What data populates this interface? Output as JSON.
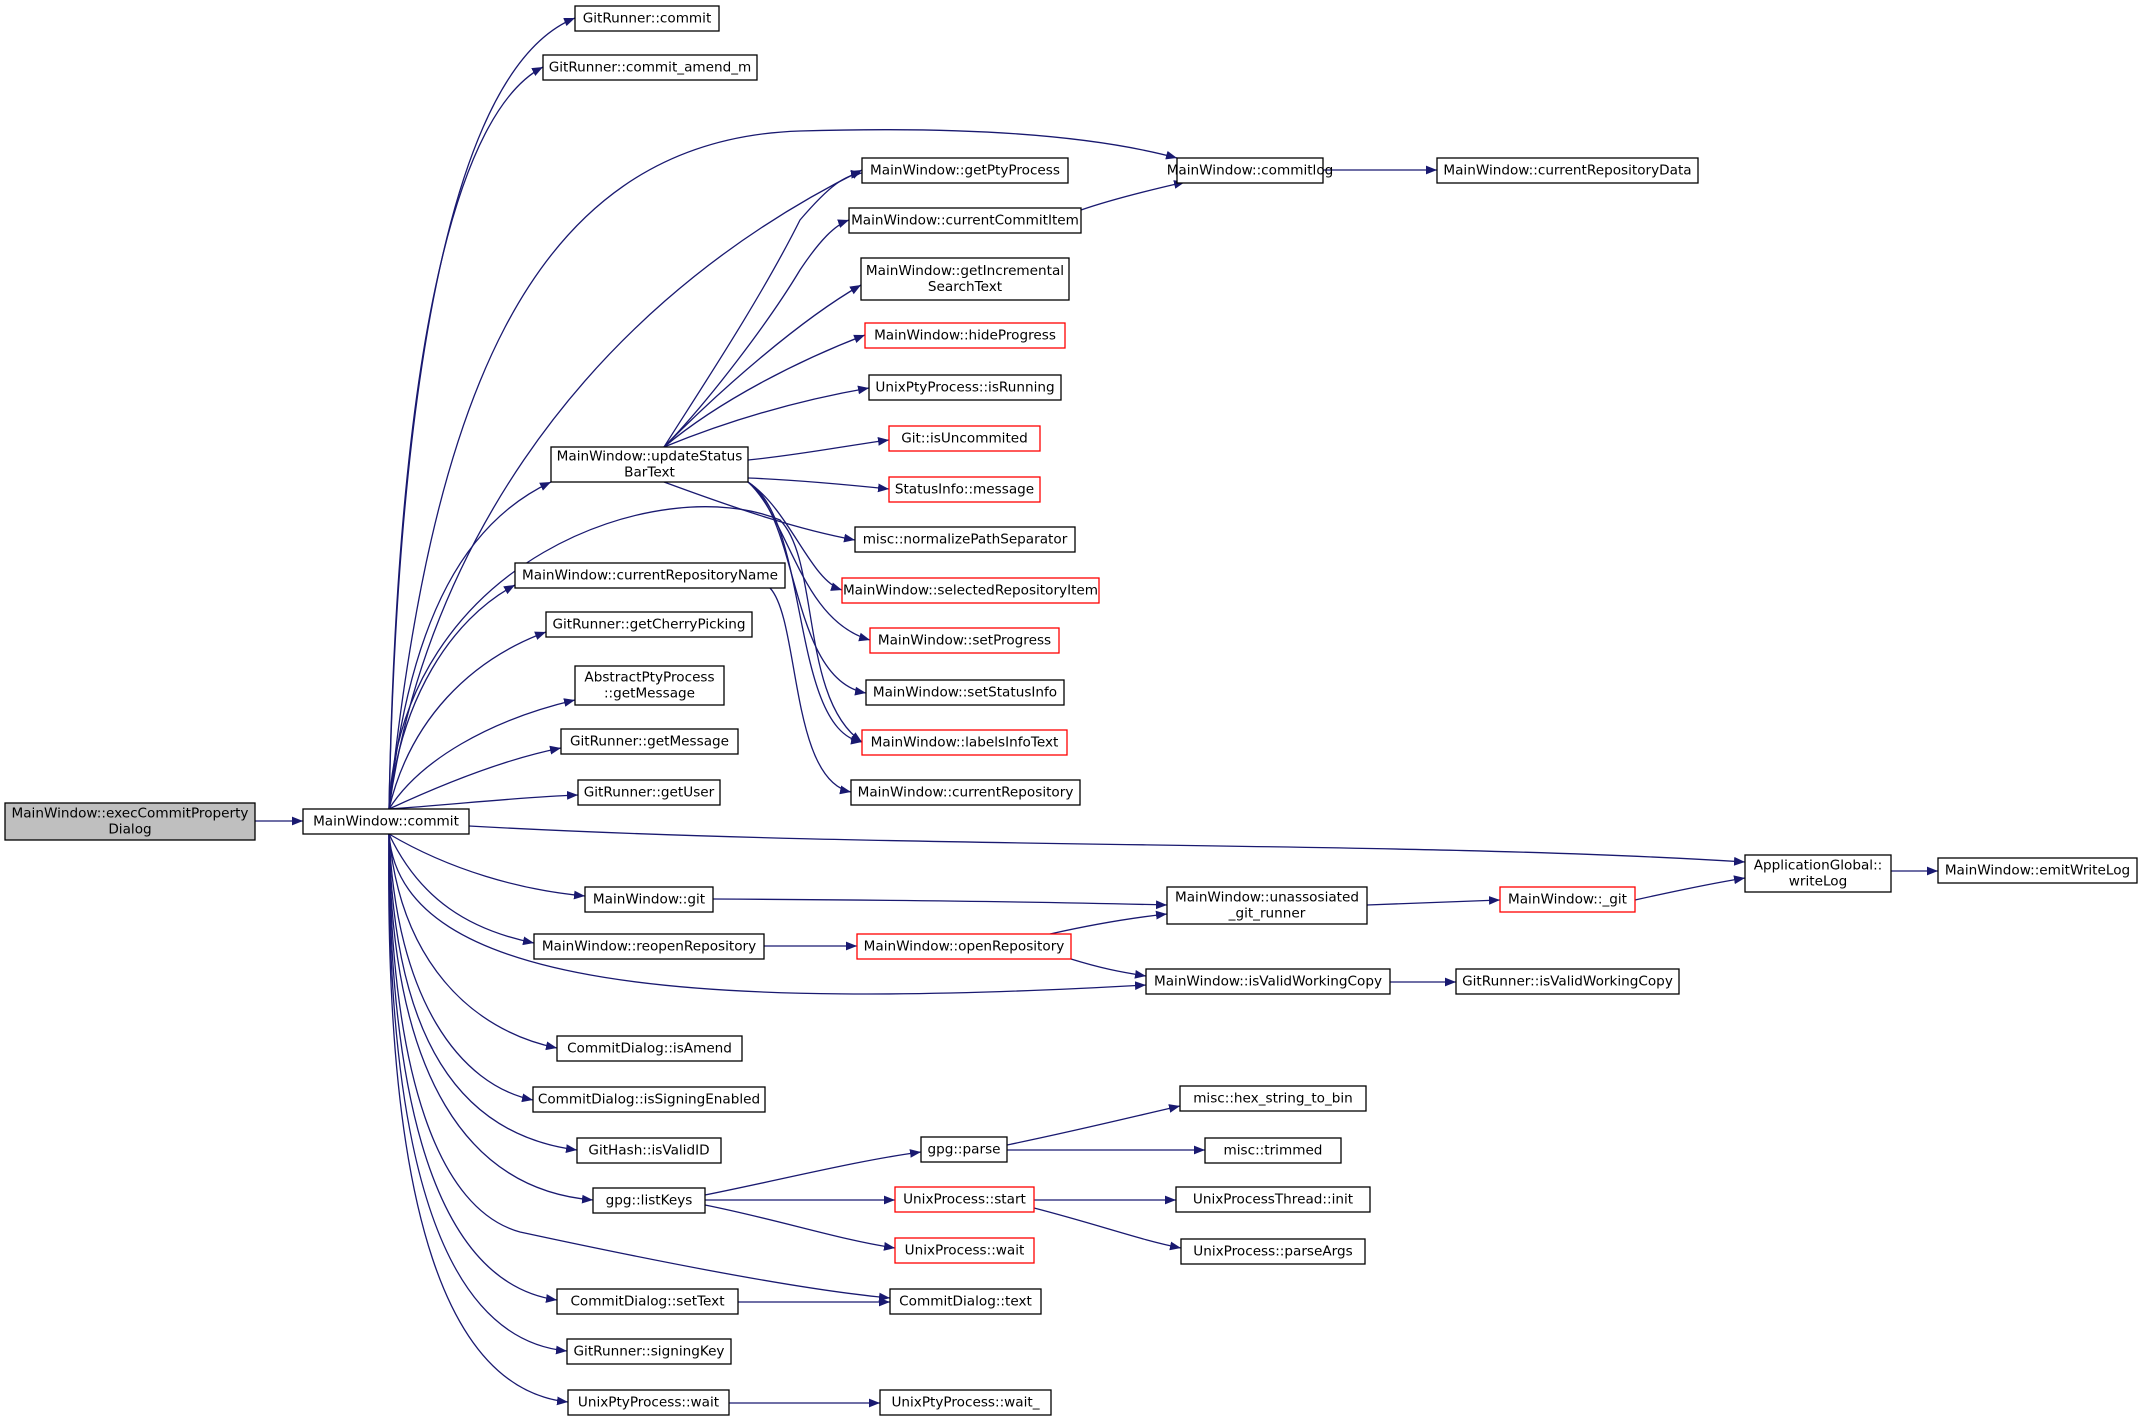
{
  "colors": {
    "edge": "#191970",
    "node_border": "#000000",
    "node_border_truncated": "#ff0000",
    "root_fill": "#bfbfbf",
    "node_fill": "#ffffff"
  },
  "nodes": [
    {
      "id": "execCommit",
      "lines": [
        "MainWindow::execCommitProperty",
        "Dialog"
      ],
      "style": "root"
    },
    {
      "id": "commit",
      "lines": [
        "MainWindow::commit"
      ],
      "style": "normal"
    },
    {
      "id": "grCommit",
      "lines": [
        "GitRunner::commit"
      ],
      "style": "normal"
    },
    {
      "id": "grCommitAmend",
      "lines": [
        "GitRunner::commit_amend_m"
      ],
      "style": "normal"
    },
    {
      "id": "commitlog",
      "lines": [
        "MainWindow::commitlog"
      ],
      "style": "normal"
    },
    {
      "id": "currentRepoData",
      "lines": [
        "MainWindow::currentRepositoryData"
      ],
      "style": "normal"
    },
    {
      "id": "getPty",
      "lines": [
        "MainWindow::getPtyProcess"
      ],
      "style": "normal"
    },
    {
      "id": "currentCommitItem",
      "lines": [
        "MainWindow::currentCommitItem"
      ],
      "style": "normal"
    },
    {
      "id": "getIncSearch",
      "lines": [
        "MainWindow::getIncremental",
        "SearchText"
      ],
      "style": "normal"
    },
    {
      "id": "hideProgress",
      "lines": [
        "MainWindow::hideProgress"
      ],
      "style": "truncated"
    },
    {
      "id": "isRunning",
      "lines": [
        "UnixPtyProcess::isRunning"
      ],
      "style": "normal"
    },
    {
      "id": "updateStatus",
      "lines": [
        "MainWindow::updateStatus",
        "BarText"
      ],
      "style": "normal"
    },
    {
      "id": "isUncommited",
      "lines": [
        "Git::isUncommited"
      ],
      "style": "truncated"
    },
    {
      "id": "statusMessage",
      "lines": [
        "StatusInfo::message"
      ],
      "style": "truncated"
    },
    {
      "id": "normalizePath",
      "lines": [
        "misc::normalizePathSeparator"
      ],
      "style": "normal"
    },
    {
      "id": "currentRepoName",
      "lines": [
        "MainWindow::currentRepositoryName"
      ],
      "style": "normal"
    },
    {
      "id": "selectedRepoItem",
      "lines": [
        "MainWindow::selectedRepositoryItem"
      ],
      "style": "truncated"
    },
    {
      "id": "cherryPicking",
      "lines": [
        "GitRunner::getCherryPicking"
      ],
      "style": "normal"
    },
    {
      "id": "setProgress",
      "lines": [
        "MainWindow::setProgress"
      ],
      "style": "truncated"
    },
    {
      "id": "absGetMessage",
      "lines": [
        "AbstractPtyProcess",
        "::getMessage"
      ],
      "style": "normal"
    },
    {
      "id": "setStatusInfo",
      "lines": [
        "MainWindow::setStatusInfo"
      ],
      "style": "normal"
    },
    {
      "id": "grGetMessage",
      "lines": [
        "GitRunner::getMessage"
      ],
      "style": "normal"
    },
    {
      "id": "labelsInfo",
      "lines": [
        "MainWindow::labelsInfoText"
      ],
      "style": "truncated"
    },
    {
      "id": "grGetUser",
      "lines": [
        "GitRunner::getUser"
      ],
      "style": "normal"
    },
    {
      "id": "currentRepo",
      "lines": [
        "MainWindow::currentRepository"
      ],
      "style": "normal"
    },
    {
      "id": "writeLog",
      "lines": [
        "ApplicationGlobal::",
        "writeLog"
      ],
      "style": "normal"
    },
    {
      "id": "emitWriteLog",
      "lines": [
        "MainWindow::emitWriteLog"
      ],
      "style": "normal"
    },
    {
      "id": "mwGit",
      "lines": [
        "MainWindow::git"
      ],
      "style": "normal"
    },
    {
      "id": "unassoc",
      "lines": [
        "MainWindow::unassosiated",
        "_git_runner"
      ],
      "style": "normal"
    },
    {
      "id": "underGit",
      "lines": [
        "MainWindow::_git"
      ],
      "style": "truncated"
    },
    {
      "id": "reopenRepo",
      "lines": [
        "MainWindow::reopenRepository"
      ],
      "style": "normal"
    },
    {
      "id": "openRepo",
      "lines": [
        "MainWindow::openRepository"
      ],
      "style": "truncated"
    },
    {
      "id": "isValidWC",
      "lines": [
        "MainWindow::isValidWorkingCopy"
      ],
      "style": "normal"
    },
    {
      "id": "grIsValidWC",
      "lines": [
        "GitRunner::isValidWorkingCopy"
      ],
      "style": "normal"
    },
    {
      "id": "isAmend",
      "lines": [
        "CommitDialog::isAmend"
      ],
      "style": "normal"
    },
    {
      "id": "isSigning",
      "lines": [
        "CommitDialog::isSigningEnabled"
      ],
      "style": "normal"
    },
    {
      "id": "hexToBin",
      "lines": [
        "misc::hex_string_to_bin"
      ],
      "style": "normal"
    },
    {
      "id": "isValidID",
      "lines": [
        "GitHash::isValidID"
      ],
      "style": "normal"
    },
    {
      "id": "gpgParse",
      "lines": [
        "gpg::parse"
      ],
      "style": "normal"
    },
    {
      "id": "trimmed",
      "lines": [
        "misc::trimmed"
      ],
      "style": "normal"
    },
    {
      "id": "listKeys",
      "lines": [
        "gpg::listKeys"
      ],
      "style": "normal"
    },
    {
      "id": "upStart",
      "lines": [
        "UnixProcess::start"
      ],
      "style": "truncated"
    },
    {
      "id": "uptInit",
      "lines": [
        "UnixProcessThread::init"
      ],
      "style": "normal"
    },
    {
      "id": "upWait",
      "lines": [
        "UnixProcess::wait"
      ],
      "style": "truncated"
    },
    {
      "id": "parseArgs",
      "lines": [
        "UnixProcess::parseArgs"
      ],
      "style": "normal"
    },
    {
      "id": "setText",
      "lines": [
        "CommitDialog::setText"
      ],
      "style": "normal"
    },
    {
      "id": "cdText",
      "lines": [
        "CommitDialog::text"
      ],
      "style": "normal"
    },
    {
      "id": "signingKey",
      "lines": [
        "GitRunner::signingKey"
      ],
      "style": "normal"
    },
    {
      "id": "uppWait",
      "lines": [
        "UnixPtyProcess::wait"
      ],
      "style": "normal"
    },
    {
      "id": "uppWaitU",
      "lines": [
        "UnixPtyProcess::wait_"
      ],
      "style": "normal"
    }
  ],
  "edges": [
    [
      "execCommit",
      "commit"
    ],
    [
      "commit",
      "grCommit"
    ],
    [
      "commit",
      "grCommitAmend"
    ],
    [
      "commit",
      "commitlog"
    ],
    [
      "commit",
      "getPty"
    ],
    [
      "commit",
      "updateStatus"
    ],
    [
      "commit",
      "labelsInfo"
    ],
    [
      "commit",
      "currentRepoName"
    ],
    [
      "commit",
      "cherryPicking"
    ],
    [
      "commit",
      "absGetMessage"
    ],
    [
      "commit",
      "grGetMessage"
    ],
    [
      "commit",
      "grGetUser"
    ],
    [
      "commit",
      "writeLog"
    ],
    [
      "commit",
      "mwGit"
    ],
    [
      "commit",
      "reopenRepo"
    ],
    [
      "commit",
      "isValidWC"
    ],
    [
      "commit",
      "isAmend"
    ],
    [
      "commit",
      "isSigning"
    ],
    [
      "commit",
      "isValidID"
    ],
    [
      "commit",
      "listKeys"
    ],
    [
      "commit",
      "cdText"
    ],
    [
      "commit",
      "setText"
    ],
    [
      "commit",
      "signingKey"
    ],
    [
      "commit",
      "uppWait"
    ],
    [
      "commitlog",
      "currentRepoData"
    ],
    [
      "currentCommitItem",
      "commitlog"
    ],
    [
      "updateStatus",
      "getPty"
    ],
    [
      "updateStatus",
      "currentCommitItem"
    ],
    [
      "updateStatus",
      "getIncSearch"
    ],
    [
      "updateStatus",
      "hideProgress"
    ],
    [
      "updateStatus",
      "isRunning"
    ],
    [
      "updateStatus",
      "isUncommited"
    ],
    [
      "updateStatus",
      "statusMessage"
    ],
    [
      "updateStatus",
      "normalizePath"
    ],
    [
      "updateStatus",
      "selectedRepoItem"
    ],
    [
      "updateStatus",
      "setProgress"
    ],
    [
      "updateStatus",
      "setStatusInfo"
    ],
    [
      "updateStatus",
      "labelsInfo"
    ],
    [
      "currentRepoName",
      "currentRepo"
    ],
    [
      "writeLog",
      "emitWriteLog"
    ],
    [
      "mwGit",
      "unassoc"
    ],
    [
      "unassoc",
      "underGit"
    ],
    [
      "underGit",
      "writeLog"
    ],
    [
      "reopenRepo",
      "openRepo"
    ],
    [
      "openRepo",
      "unassoc"
    ],
    [
      "openRepo",
      "isValidWC"
    ],
    [
      "isValidWC",
      "grIsValidWC"
    ],
    [
      "gpgParse",
      "hexToBin"
    ],
    [
      "gpgParse",
      "trimmed"
    ],
    [
      "listKeys",
      "gpgParse"
    ],
    [
      "listKeys",
      "upStart"
    ],
    [
      "listKeys",
      "upWait"
    ],
    [
      "upStart",
      "uptInit"
    ],
    [
      "upStart",
      "parseArgs"
    ],
    [
      "setText",
      "cdText"
    ],
    [
      "uppWait",
      "uppWaitU"
    ]
  ]
}
